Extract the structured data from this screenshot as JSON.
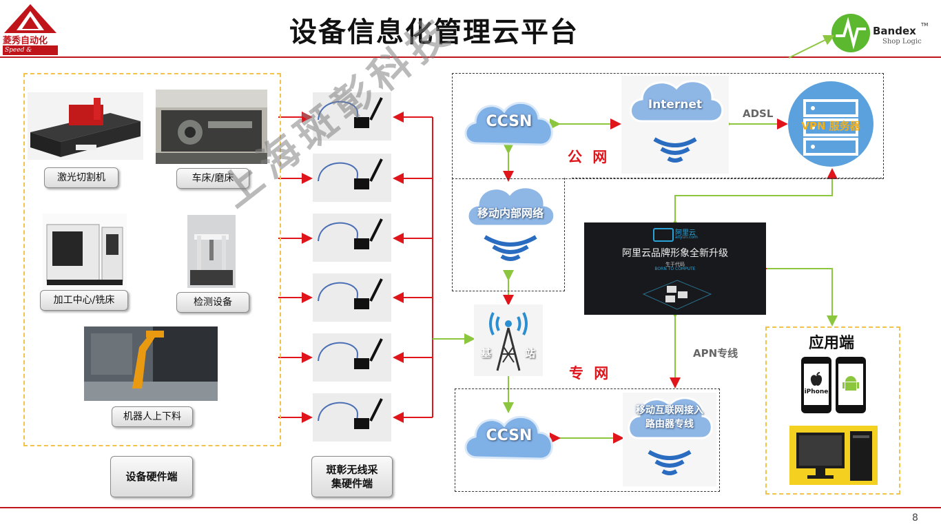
{
  "header": {
    "title": "设备信息化管理云平台",
    "left_logo_brand": "菱秀自动化",
    "left_logo_slogan": "Speed & precision",
    "right_logo_name": "Bandex",
    "right_logo_tm": "TM",
    "right_logo_sub": "Shop Logic"
  },
  "devices": {
    "items": [
      {
        "label": "激光切割机",
        "icon": "laser-cutter-photo"
      },
      {
        "label": "车床/磨床",
        "icon": "lathe-photo"
      },
      {
        "label": "加工中心/铣床",
        "icon": "machining-center-photo"
      },
      {
        "label": "检测设备",
        "icon": "cmm-inspection-photo"
      },
      {
        "label": "机器人上下料",
        "icon": "robot-loading-photo"
      }
    ],
    "group_label": "设备硬件端"
  },
  "collectors": {
    "label": "斑彰无线采\n集硬件端",
    "count": 6
  },
  "network": {
    "public_label": "公 网",
    "private_label": "专 网",
    "ccsn_label": "CCSN",
    "internet_label": "Internet",
    "mobile_internal_label": "移动内部网络",
    "adsl_label": "ADSL",
    "vpn_label": "VPN 服务器",
    "base_station_left": "基",
    "base_station_right": "站",
    "apn_label": "APN专线",
    "router_label": "移动互联网接入\n路由器专线",
    "aliyun": {
      "logo_text": "阿里云",
      "logo_sub": "aliyun.com",
      "headline": "阿里云品牌形象全新升级",
      "tag_cn": "生于代码",
      "tag_en": "BORN TO COMPUTE"
    }
  },
  "app": {
    "label": "应用端",
    "iphone_label": "iPhone"
  },
  "watermark": "上海斑彰科技",
  "footer": {
    "page_number": "8"
  },
  "colors": {
    "red": "#e0141b",
    "green": "#8cc63f",
    "yellow_dash": "#f2c34a",
    "cloud": "#6fa3dc"
  }
}
